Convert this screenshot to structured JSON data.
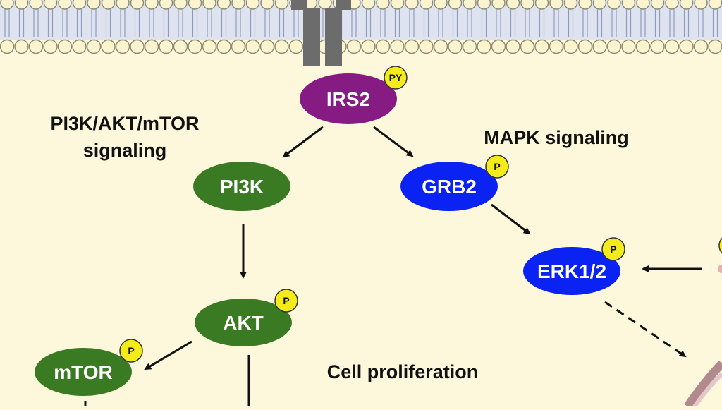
{
  "colors": {
    "background": "#fdf8dc",
    "membrane_head": "#fbf4cf",
    "membrane_stroke": "#8a8870",
    "membrane_band": "#dfe3ef",
    "receptor": "#6c6c6c",
    "irs": "#861c83",
    "pi3k_pathway": "#3a7a22",
    "mapk_pathway": "#0a22f2",
    "phospho_badge": "#f3ec1a",
    "arrow": "#111111",
    "cell_edge": "#c9a0a4"
  },
  "nodes": {
    "irs2": "IRS2",
    "pi3k": "PI3K",
    "akt": "AKT",
    "mtor": "mTOR",
    "grb2": "GRB2",
    "erk": "ERK1/2"
  },
  "badges": {
    "irs2": "PY",
    "akt": "P",
    "mtor": "P",
    "grb2": "P",
    "erk": "P",
    "edge": "P"
  },
  "labels": {
    "pi3k_pathway_line1": "PI3K/AKT/mTOR",
    "pi3k_pathway_line2": "signaling",
    "mapk_pathway": "MAPK signaling",
    "cell_proliferation": "Cell proliferation"
  }
}
